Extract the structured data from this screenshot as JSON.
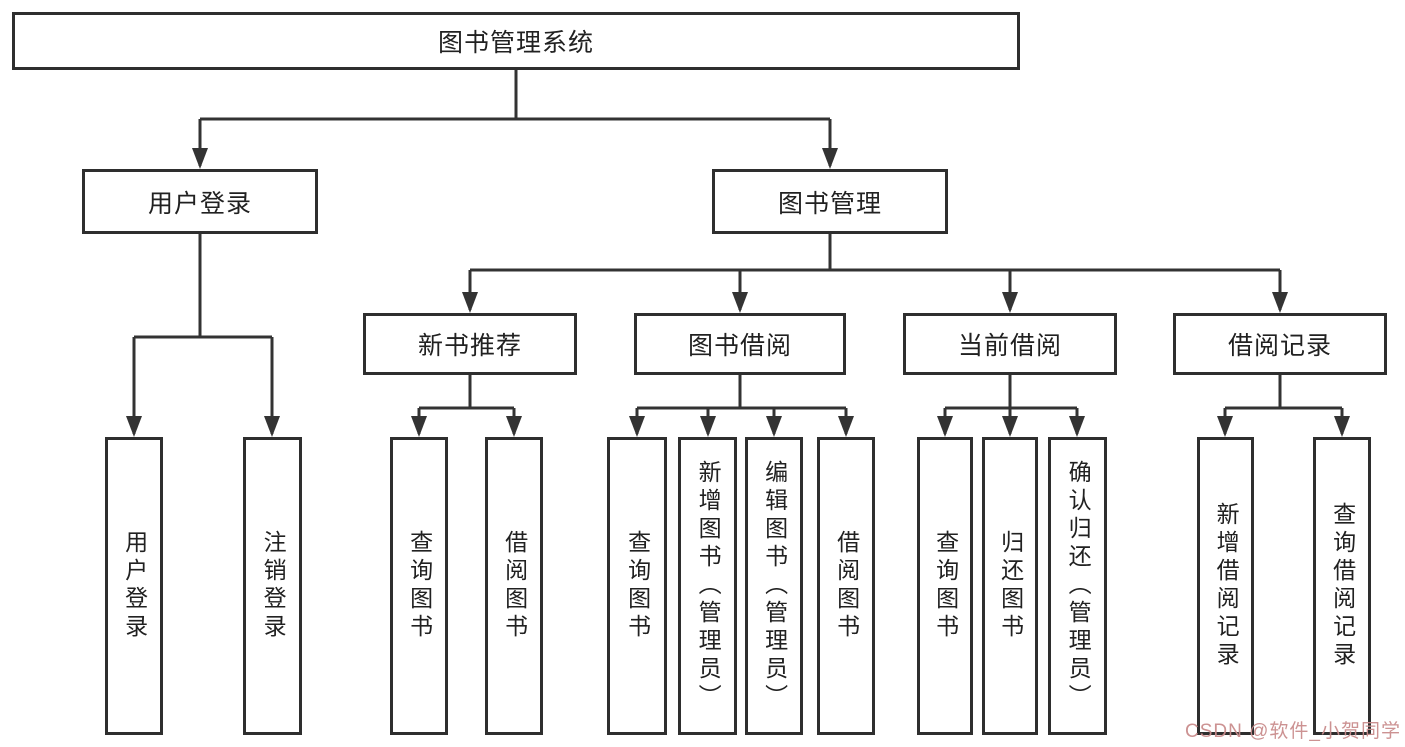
{
  "diagram": {
    "type": "tree",
    "root": {
      "label": "图书管理系统"
    },
    "branches": [
      {
        "label": "用户登录",
        "leaves": [
          "用户登录",
          "注销登录"
        ]
      },
      {
        "label": "图书管理",
        "sections": [
          {
            "label": "新书推荐",
            "leaves": [
              "查询图书",
              "借阅图书"
            ]
          },
          {
            "label": "图书借阅",
            "leaves": [
              "查询图书",
              "新增图书（管理员）",
              "编辑图书（管理员）",
              "借阅图书"
            ]
          },
          {
            "label": "当前借阅",
            "leaves": [
              "查询图书",
              "归还图书",
              "确认归还（管理员）"
            ]
          },
          {
            "label": "借阅记录",
            "leaves": [
              "新增借阅记录",
              "查询借阅记录"
            ]
          }
        ]
      }
    ]
  },
  "colors": {
    "line": "#333333",
    "box_border": "#2e2e2e",
    "text": "#212121",
    "background": "#ffffff",
    "watermark": "#c98c8c"
  },
  "watermark": {
    "text": "CSDN @软件_小贺同学"
  }
}
